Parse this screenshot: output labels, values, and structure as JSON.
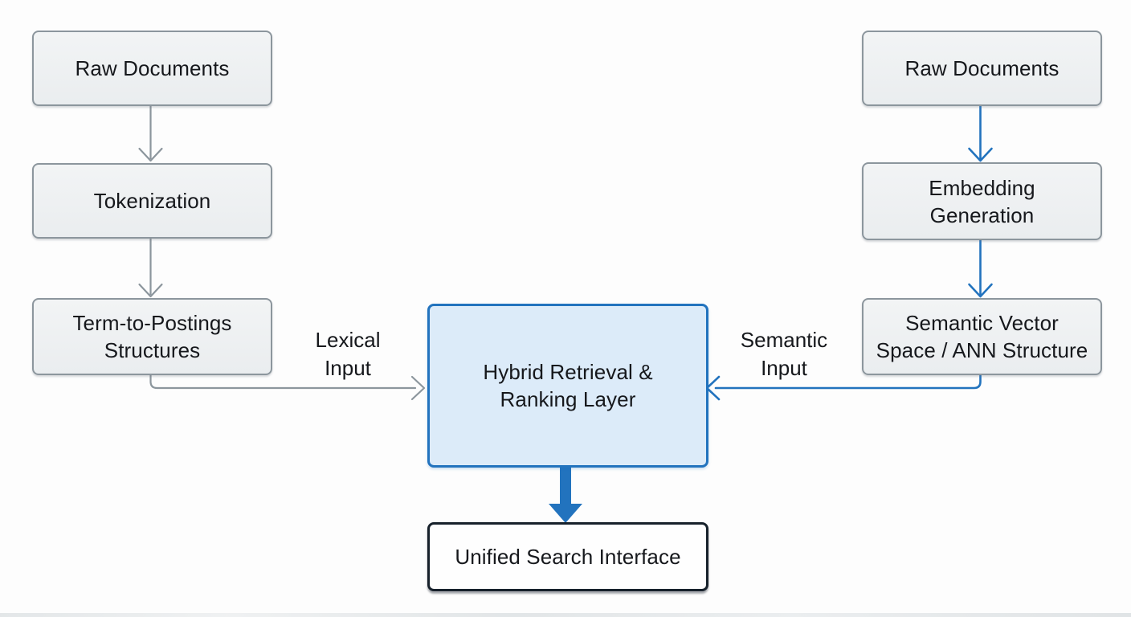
{
  "colors": {
    "background": "#fdfdfd",
    "node_fill": "#eef0f2",
    "node_border": "#8c969d",
    "accent_blue": "#2273be",
    "accent_blue_fill": "#dcebf9",
    "dark_border": "#17212b",
    "gray_arrow": "#8c969d",
    "text": "#16181c",
    "bottom_strip": "#dfe3e5"
  },
  "diagram": {
    "nodes": {
      "left_raw": {
        "label": "Raw Documents"
      },
      "left_tokenization": {
        "label": "Tokenization"
      },
      "left_postings": {
        "label": "Term-to-Postings Structures",
        "lines": [
          "Term-to-Postings",
          "Structures"
        ]
      },
      "right_raw": {
        "label": "Raw Documents"
      },
      "right_embedding": {
        "label": "Embedding Generation",
        "lines": [
          "Embedding",
          "Generation"
        ]
      },
      "right_vector": {
        "label": "Semantic Vector Space / ANN Structure",
        "lines": [
          "Semantic Vector",
          "Space / ANN Structure"
        ]
      },
      "hybrid": {
        "label": "Hybrid Retrieval & Ranking Layer",
        "lines": [
          "Hybrid Retrieval &",
          "Ranking Layer"
        ]
      },
      "unified": {
        "label": "Unified Search Interface"
      }
    },
    "edge_labels": {
      "lexical": {
        "label": "Lexical Input",
        "lines": [
          "Lexical",
          "Input"
        ]
      },
      "semantic": {
        "label": "Semantic Input",
        "lines": [
          "Semantic",
          "Input"
        ]
      }
    }
  }
}
